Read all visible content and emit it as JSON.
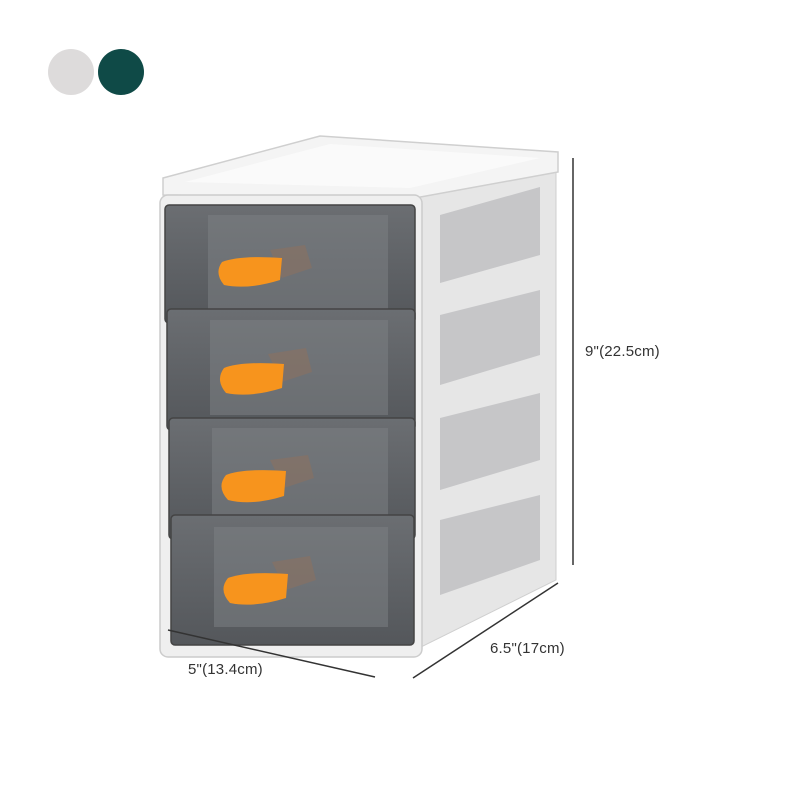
{
  "colors": {
    "options": [
      {
        "name": "light-gray",
        "hex": "#DDDBDB"
      },
      {
        "name": "dark-teal",
        "hex": "#0F4A47"
      }
    ],
    "frame": "#EFEFEF",
    "drawer": "#5E6166",
    "handle": "#F7941D"
  },
  "product": {
    "drawer_count": 4
  },
  "dimensions": {
    "height": "9\"(22.5cm)",
    "width": "5\"(13.4cm)",
    "depth": "6.5\"(17cm)"
  }
}
